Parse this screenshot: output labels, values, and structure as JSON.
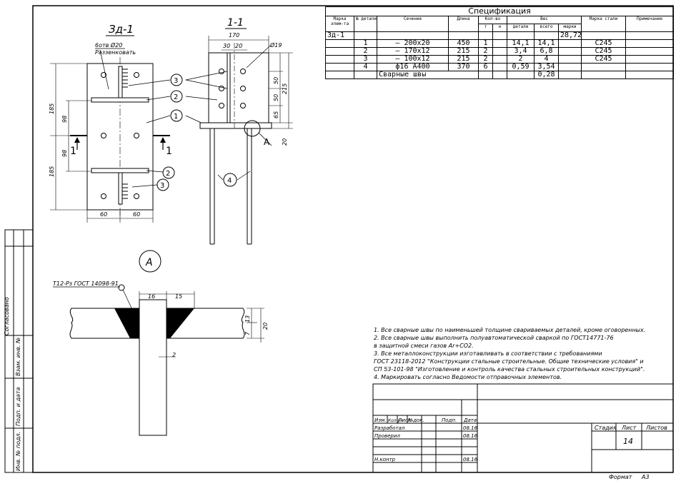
{
  "spec": {
    "title": "Спецификация",
    "columns": [
      "Марка элем-та",
      "№ детали",
      "Сечение",
      "Длина",
      "Кол-во",
      "Вес",
      "Марка стали",
      "Примечание"
    ],
    "subcolumns": {
      "qty": [
        "т",
        "н"
      ],
      "weight": [
        "детали",
        "всего",
        "марки"
      ]
    },
    "element_mark": "Зд-1",
    "element_weight": "28,72",
    "rows": [
      {
        "num": "1",
        "section": "– 200x20",
        "length": "450",
        "qty_t": "1",
        "w_part": "14,1",
        "w_total": "14,1",
        "steel": "С245"
      },
      {
        "num": "2",
        "section": "– 170x12",
        "length": "215",
        "qty_t": "2",
        "w_part": "3,4",
        "w_total": "6,8",
        "steel": "С245"
      },
      {
        "num": "3",
        "section": "– 100x12",
        "length": "215",
        "qty_t": "2",
        "w_part": "2",
        "w_total": "4",
        "steel": "С245"
      },
      {
        "num": "4",
        "section": "ф16 А400",
        "length": "370",
        "qty_t": "6",
        "w_part": "0,59",
        "w_total": "3,54",
        "steel": ""
      }
    ],
    "welds": {
      "label": "Сварные швы",
      "weight": "0,28"
    }
  },
  "views": {
    "front": {
      "title": "Зд-1",
      "note1": "6отв Ø20",
      "note2": "Раззенковать",
      "dims": {
        "w1": "60",
        "w2": "60",
        "h1": "185",
        "h2": "98",
        "h3": "98",
        "h4": "185"
      },
      "section_mark": "1"
    },
    "side": {
      "title": "1-1",
      "dims": {
        "top": "170",
        "a": "30",
        "b": "20",
        "dia": "Ø19",
        "v1": "50",
        "v2": "50",
        "v3": "65",
        "total": "215",
        "v4": "20"
      },
      "callout": "А"
    },
    "callouts": [
      "3",
      "2",
      "1",
      "2",
      "3",
      "4"
    ],
    "detail": {
      "label": "А",
      "weld_note": "Т12-Рз ГОСТ 14098-91",
      "dims": {
        "d1": "16",
        "d2": "15",
        "d3": "13",
        "d4": "20",
        "d5": "7",
        "d6": "2"
      }
    }
  },
  "notes": [
    "1.  Все сварные швы по наименьшей толщине свариваемых деталей, кроме оговоренных.",
    "2.  Все сварные швы выполнить полуавтоматической сваркой по ГОСТ14771-76",
    "в защитной смеси газов Аr+СО2.",
    "3.  Все металлоконструкции изготавливать в соответствии с требованиями",
    "ГОСТ 23118-2012 \"Конструкции стальные строительные. Общие технические условия\" и",
    "СП 53-101-98 \"Изготовление и контроль качества стальных строительных конструкций\".",
    "4.  Маркировать согласно Ведомости отправочных элементов."
  ],
  "stamp": {
    "headers": [
      "Изм.",
      "Кол.уч",
      "Лист",
      "№док.",
      "Подп.",
      "Дата"
    ],
    "roles": [
      {
        "role": "Разработал",
        "date": "08.16"
      },
      {
        "role": "Проверил",
        "date": "08.16"
      },
      {
        "role": "",
        "date": ""
      },
      {
        "role": "",
        "date": ""
      },
      {
        "role": "Н.контр",
        "date": "08.16"
      }
    ],
    "stage_label": "Стадия",
    "sheet_label": "Лист",
    "sheets_label": "Листов",
    "sheet_value": "14",
    "format_label": "Формат",
    "format_value": "А3"
  },
  "side_stamp": [
    "Согласовано",
    "Взам. инв. №",
    "Подп. и дата",
    "Инв. № подл."
  ]
}
